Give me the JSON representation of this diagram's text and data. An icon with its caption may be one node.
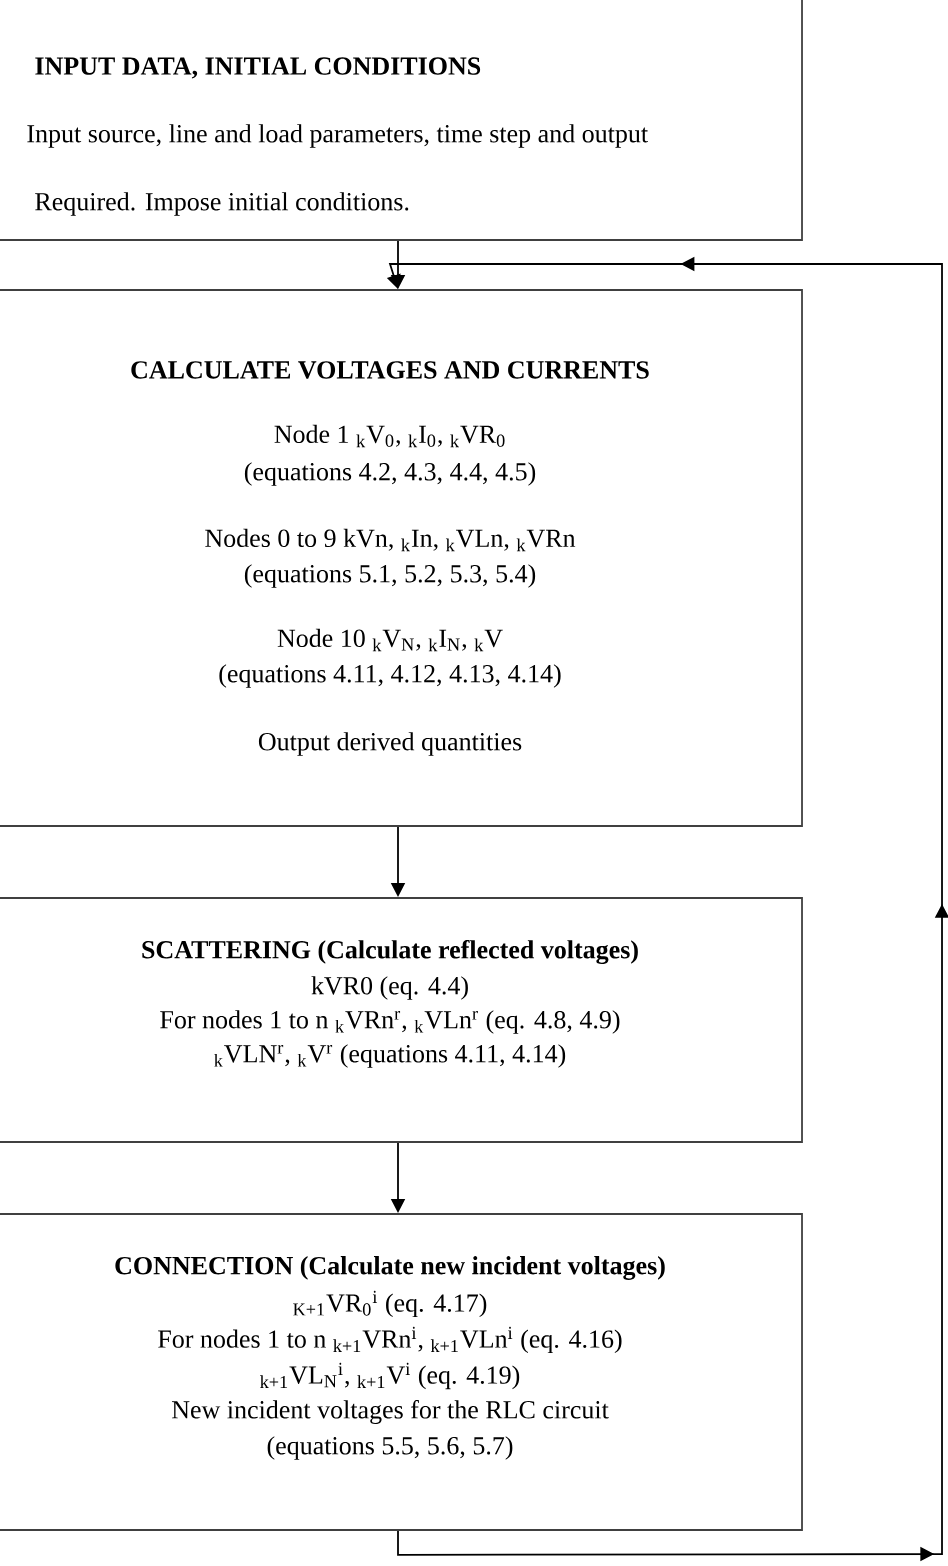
{
  "diagram": {
    "nodes": [
      {
        "text": [
          "INPUT DATA, INITIAL CONDITIONS",
          "Input source, line and load parameters, time step and output",
          "Required. Impose initial conditions."
        ]
      },
      {
        "text": [
          "CALCULATE VOLTAGES AND CURRENTS",
          "Node 1 $_{k}$V$_{0}$, $_{k}$I$_{0}$, $_{k}$VR$_{0}$",
          "(equations 4.2, 4.3, 4.4, 4.5)",
          "Nodes 0 to 9 kVn, $_{k}$In, $_{k}$VLn, $_{k}$VRn",
          "(equations 5.1, 5.2, 5.3, 5.4)",
          "Node 10 $_{k}$V$_{N}$, $_{k}$I$_{N}$, $_{k}$V",
          "(equations 4.11, 4.12, 4.13, 4.14)",
          "Output derived quantities"
        ]
      },
      {
        "text": [
          "SCATTERING (Calculate reflected voltages)",
          "kVR0 (eq. 4.4)",
          "For nodes 1 to n $_{k}$VRn$^{r}$, $_{k}$VLn$^{r}$ (eq. 4.8, 4.9)",
          "$_{k}$VLN$^{r}$, $_{k}$V$^{r}$ (equations 4.11, 4.14)"
        ]
      },
      {
        "text": [
          "CONNECTION (Calculate new incident voltages)",
          "$_{K+1}$VR$_{0}$$^{i}$ (eq. 4.17)",
          "For nodes 1 to n $_{k+1}$VRn$^{i}$, $_{k+1}$VLn$^{i}$ (eq. 4.16)",
          "$_{k+1}$VL$_{N}$$^{i}$, $_{k+1}$V$^{i}$ (eq. 4.19)",
          "New incident voltages for the RLC circuit",
          "(equations 5.5, 5.6, 5.7)"
        ]
      }
    ],
    "edges": [
      {
        "from": 0,
        "to": 1,
        "arrow": "to"
      },
      {
        "from": 1,
        "to": 2,
        "arrow": "to"
      },
      {
        "from": 2,
        "to": 3,
        "arrow": "to"
      },
      {
        "from": 3,
        "to": 1,
        "arrow": "to"
      }
    ]
  }
}
